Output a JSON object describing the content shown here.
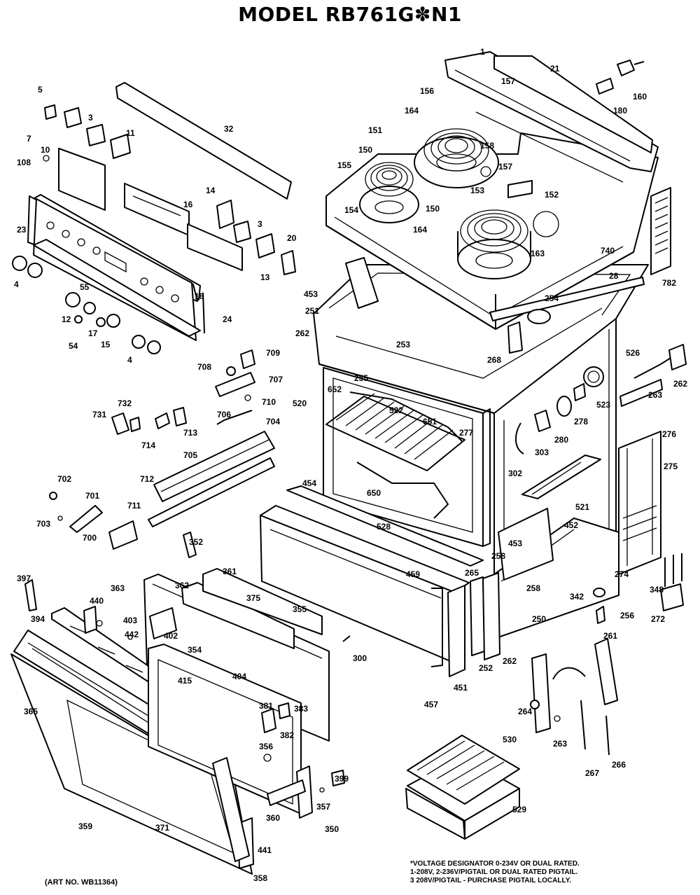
{
  "title": "MODEL RB761G✽N1",
  "art_number": "(ART NO. WB11364)",
  "footnote": [
    "*VOLTAGE DESIGNATOR 0-234V OR DUAL RATED.",
    "1-208V, 2-236V/PIGTAIL OR DUAL RATED PIGTAIL.",
    "3 208V/PIGTAIL - PURCHASE PIGTAIL LOCALLY."
  ],
  "part_labels": [
    "1",
    "21",
    "157",
    "156",
    "164",
    "160",
    "180",
    "151",
    "150",
    "158",
    "157",
    "153",
    "152",
    "155",
    "154",
    "150",
    "164",
    "163",
    "740",
    "782",
    "5",
    "3",
    "11",
    "32",
    "7",
    "10",
    "108",
    "16",
    "14",
    "3",
    "20",
    "23",
    "13",
    "18",
    "24",
    "4",
    "55",
    "12",
    "17",
    "54",
    "15",
    "4",
    "453",
    "251",
    "254",
    "28",
    "262",
    "253",
    "268",
    "526",
    "262",
    "263",
    "523",
    "709",
    "708",
    "707",
    "710",
    "706",
    "704",
    "731",
    "732",
    "714",
    "713",
    "705",
    "712",
    "711",
    "702",
    "701",
    "703",
    "700",
    "520",
    "652",
    "255",
    "522",
    "651",
    "277",
    "650",
    "528",
    "278",
    "280",
    "303",
    "302",
    "276",
    "275",
    "521",
    "454",
    "452",
    "453",
    "258",
    "265",
    "258",
    "459",
    "352",
    "361",
    "362",
    "363",
    "375",
    "397",
    "440",
    "355",
    "394",
    "403",
    "442",
    "402",
    "354",
    "404",
    "415",
    "365",
    "300",
    "451",
    "252",
    "457",
    "274",
    "348",
    "342",
    "256",
    "250",
    "272",
    "261",
    "262",
    "264",
    "263",
    "267",
    "266",
    "530",
    "529",
    "381",
    "383",
    "382",
    "356",
    "399",
    "357",
    "360",
    "350",
    "359",
    "371",
    "441",
    "358"
  ]
}
